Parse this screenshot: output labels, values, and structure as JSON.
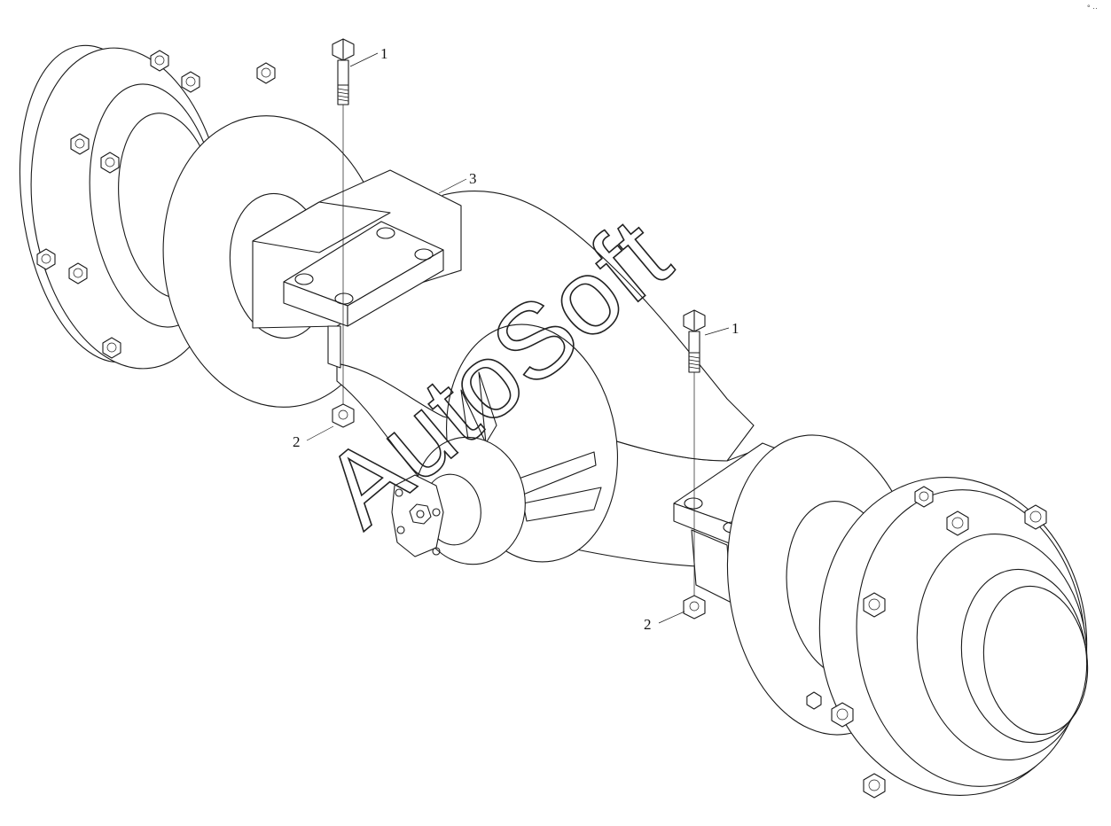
{
  "diagram": {
    "callouts": [
      {
        "id": "c1a",
        "label": "1"
      },
      {
        "id": "c1b",
        "label": "1"
      },
      {
        "id": "c2a",
        "label": "2"
      },
      {
        "id": "c2b",
        "label": "2"
      },
      {
        "id": "c3",
        "label": "3"
      }
    ],
    "watermark": "AutoSoft",
    "corner_mark": "° ··"
  }
}
